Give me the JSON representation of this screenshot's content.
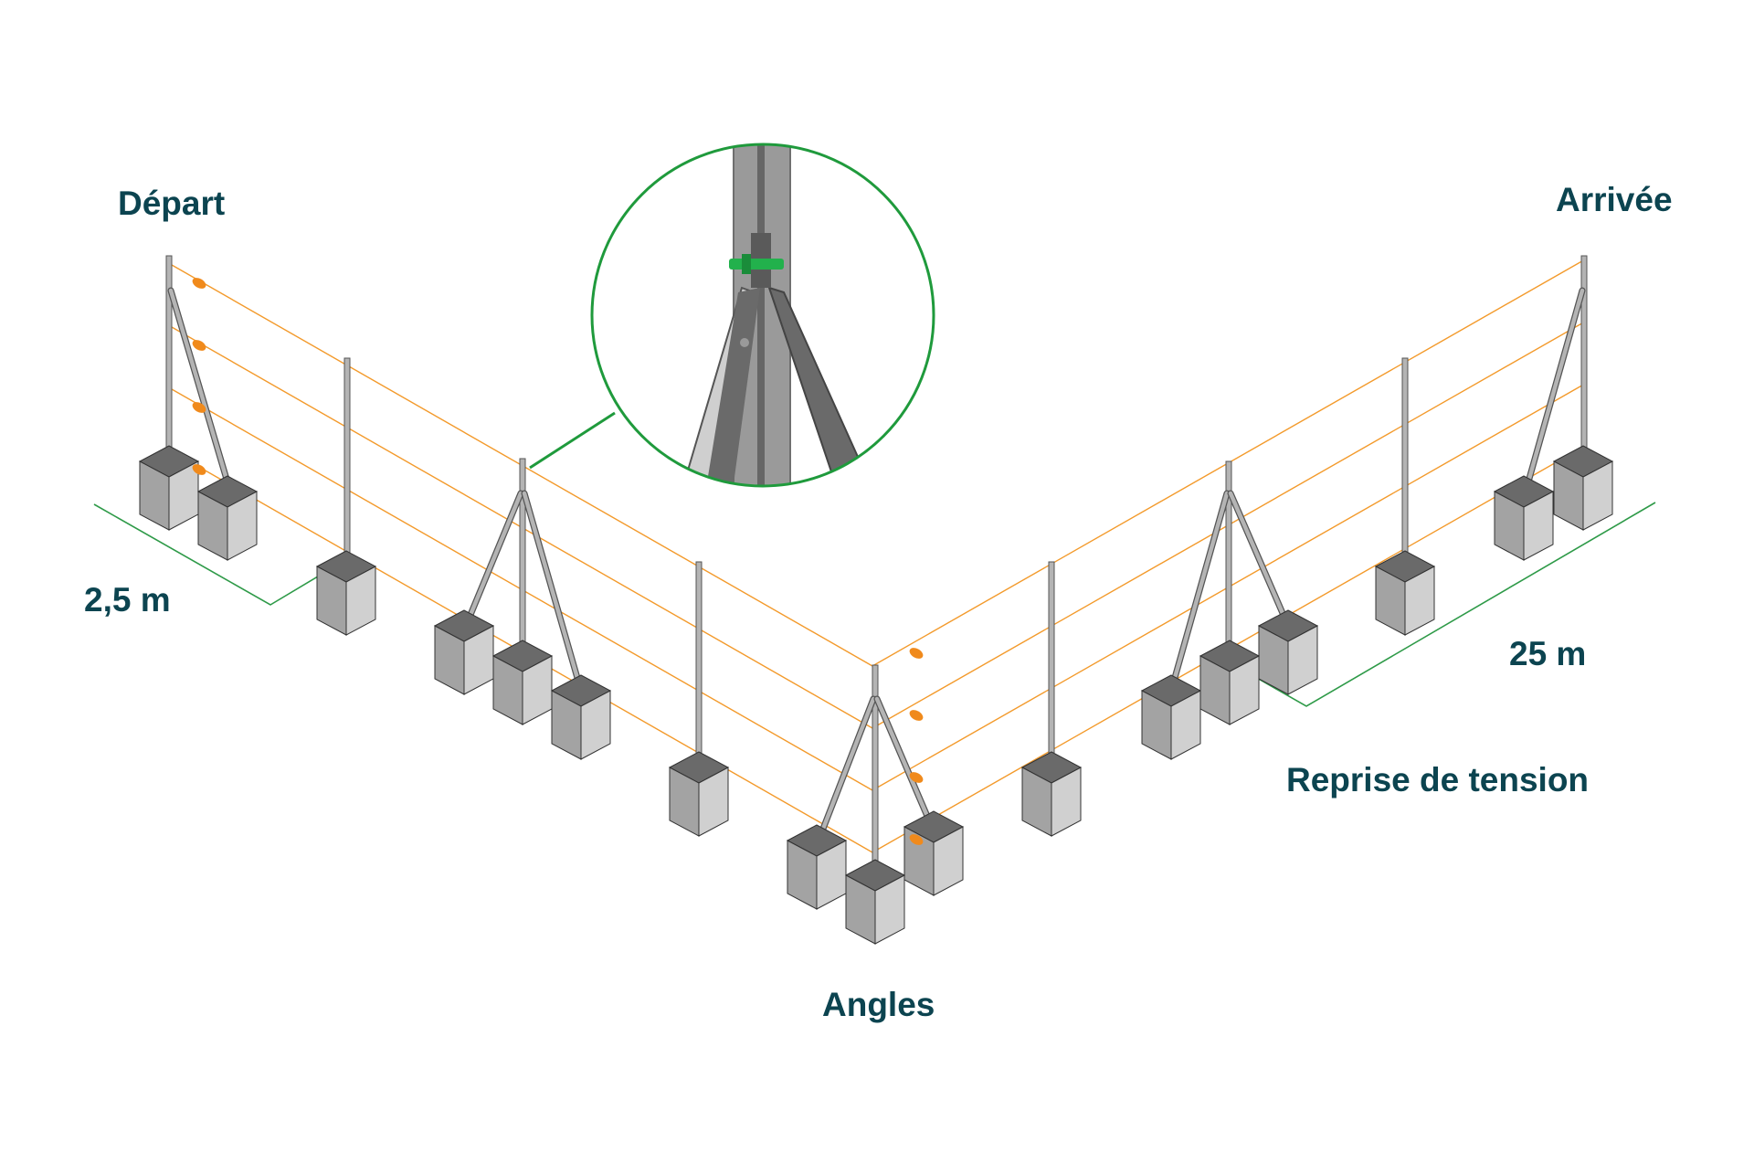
{
  "labels": {
    "start": "Départ",
    "end": "Arrivée",
    "corners": "Angles",
    "retension": "Reprise de tension",
    "width": "2,5 m",
    "span": "25 m"
  },
  "colors": {
    "text": "#0c4450",
    "wire": "#f39a2b",
    "insulator": "#f08a1c",
    "guide_line": "#2e9a48",
    "zoom_circle": "#1f9a3c",
    "clip": "#22b14c",
    "post": "#b4b4b4",
    "block_top": "#6a6a6a",
    "block_left": "#a3a3a3",
    "block_right": "#d0d0d0"
  },
  "icons": {
    "post": "fence-post",
    "block": "concrete-block",
    "insulator": "wire-insulator",
    "strut": "bracing-strut",
    "detail": "magnifier-detail"
  }
}
